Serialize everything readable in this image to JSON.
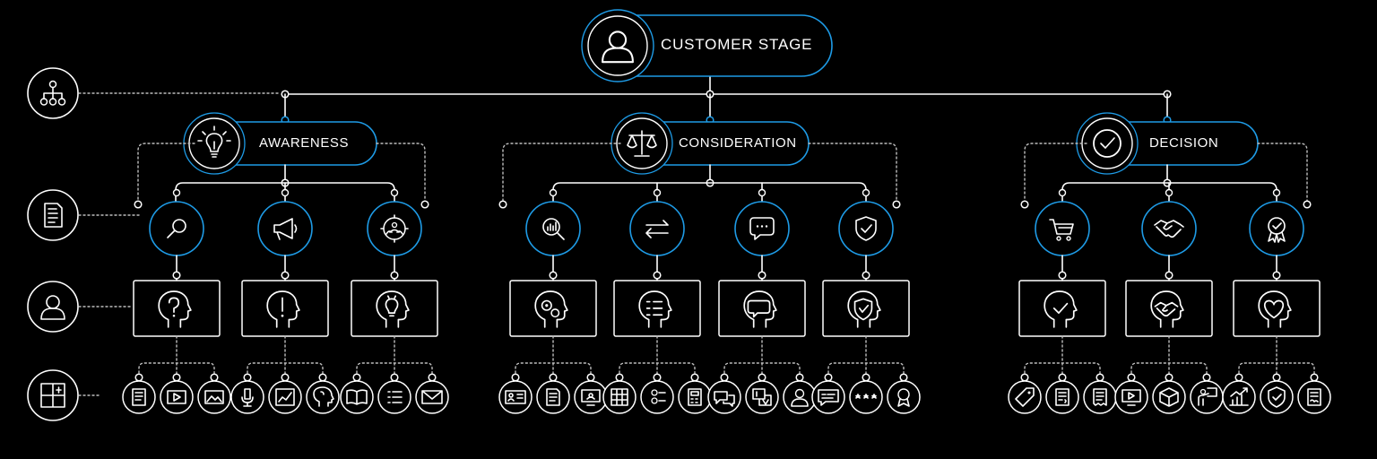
{
  "root": {
    "label": "CUSTOMER STAGE",
    "icon": "user-icon"
  },
  "colors": {
    "background": "#000000",
    "line": "#ffffff",
    "accent": "#1e9be6",
    "dotted": "#bdbdbd"
  },
  "legend": [
    {
      "name": "hierarchy",
      "icon": "hierarchy-icon"
    },
    {
      "name": "content",
      "icon": "document-icon"
    },
    {
      "name": "mindset",
      "icon": "user-icon"
    },
    {
      "name": "assets",
      "icon": "layout-icon"
    }
  ],
  "stages": [
    {
      "label": "AWARENESS",
      "icon": "lightbulb-icon",
      "touchpoints": [
        {
          "icon": "search-icon",
          "head": "question-mark",
          "assets": [
            "article-icon",
            "video-icon",
            "image-icon"
          ]
        },
        {
          "icon": "megaphone-icon",
          "head": "exclamation-mark",
          "assets": [
            "microphone-icon",
            "chart-icon",
            "idea-head-icon"
          ]
        },
        {
          "icon": "target-audience-icon",
          "head": "lightbulb",
          "assets": [
            "book-icon",
            "list-icon",
            "envelope-icon"
          ]
        }
      ]
    },
    {
      "label": "CONSIDERATION",
      "icon": "scale-icon",
      "touchpoints": [
        {
          "icon": "analytics-search-icon",
          "head": "gears",
          "assets": [
            "profile-card-icon",
            "document-icon",
            "webinar-icon"
          ]
        },
        {
          "icon": "arrows-exchange-icon",
          "head": "checklist",
          "assets": [
            "comparison-table-icon",
            "options-icon",
            "calculator-icon"
          ]
        },
        {
          "icon": "chat-bubble-icon",
          "head": "speech-bubble",
          "assets": [
            "chat-icon",
            "qa-icon",
            "person-icon"
          ]
        },
        {
          "icon": "shield-check-icon",
          "head": "shield",
          "assets": [
            "review-icon",
            "stars-icon",
            "award-icon"
          ]
        }
      ]
    },
    {
      "label": "DECISION",
      "icon": "check-icon",
      "touchpoints": [
        {
          "icon": "cart-icon",
          "head": "check",
          "assets": [
            "price-tag-icon",
            "invoice-icon",
            "receipt-icon"
          ]
        },
        {
          "icon": "handshake-icon",
          "head": "handshake",
          "assets": [
            "demo-video-icon",
            "package-icon",
            "presentation-icon"
          ]
        },
        {
          "icon": "badge-icon",
          "head": "heart",
          "assets": [
            "growth-chart-icon",
            "guarantee-icon",
            "contract-icon"
          ]
        }
      ]
    }
  ]
}
